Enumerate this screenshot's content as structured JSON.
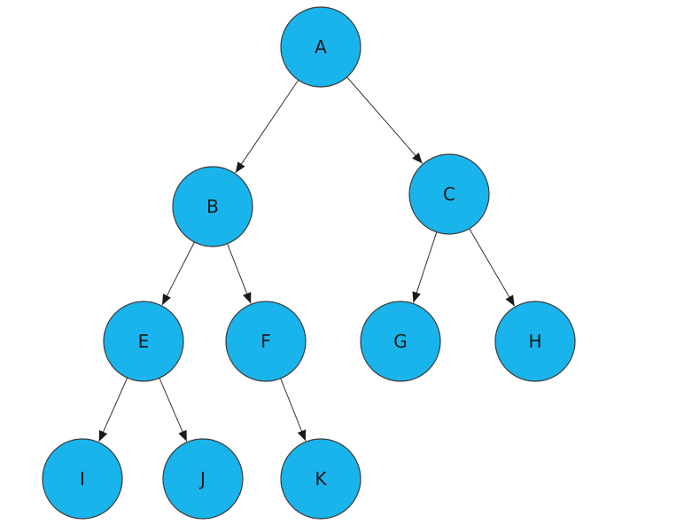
{
  "diagram": {
    "type": "tree",
    "node_color": "#1ab4ec",
    "edge_color": "#333333",
    "nodes": [
      {
        "id": "A",
        "label": "A"
      },
      {
        "id": "B",
        "label": "B"
      },
      {
        "id": "C",
        "label": "C"
      },
      {
        "id": "E",
        "label": "E"
      },
      {
        "id": "F",
        "label": "F"
      },
      {
        "id": "G",
        "label": "G"
      },
      {
        "id": "H",
        "label": "H"
      },
      {
        "id": "I",
        "label": "I"
      },
      {
        "id": "J",
        "label": "J"
      },
      {
        "id": "K",
        "label": "K"
      }
    ],
    "edges": [
      {
        "from": "A",
        "to": "B"
      },
      {
        "from": "A",
        "to": "C"
      },
      {
        "from": "B",
        "to": "E"
      },
      {
        "from": "B",
        "to": "F"
      },
      {
        "from": "C",
        "to": "G"
      },
      {
        "from": "C",
        "to": "H"
      },
      {
        "from": "E",
        "to": "I"
      },
      {
        "from": "E",
        "to": "J"
      },
      {
        "from": "F",
        "to": "K"
      }
    ]
  }
}
